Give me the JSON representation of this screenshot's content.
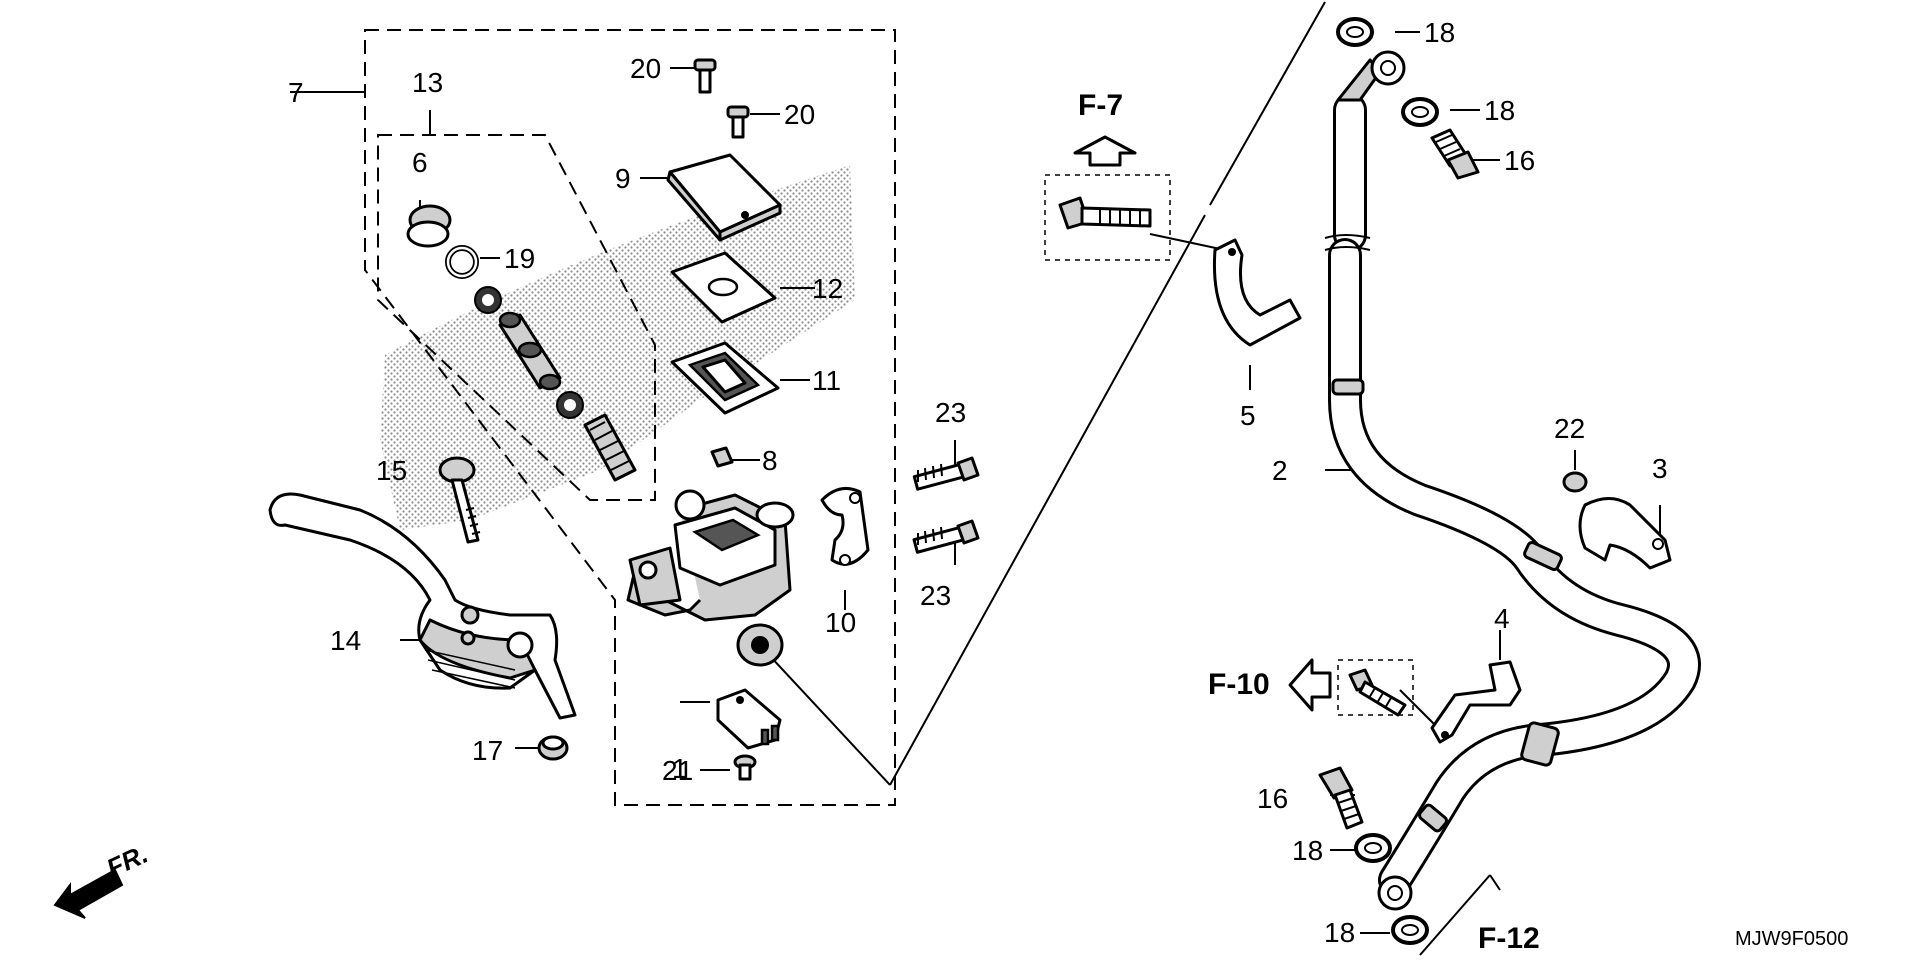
{
  "diagram_code": "MJW9F0500",
  "direction_label": "FR.",
  "references": {
    "f7": "F-7",
    "f10": "F-10",
    "f12": "F-12"
  },
  "callouts": {
    "c1": "1",
    "c2": "2",
    "c3": "3",
    "c4": "4",
    "c5": "5",
    "c6": "6",
    "c7": "7",
    "c8": "8",
    "c9": "9",
    "c10": "10",
    "c11": "11",
    "c12": "12",
    "c13": "13",
    "c14": "14",
    "c15": "15",
    "c16a": "16",
    "c16b": "16",
    "c17": "17",
    "c18a": "18",
    "c18b": "18",
    "c18c": "18",
    "c18d": "18",
    "c19": "19",
    "c20a": "20",
    "c20b": "20",
    "c21": "21",
    "c22": "22",
    "c23a": "23",
    "c23b": "23"
  }
}
